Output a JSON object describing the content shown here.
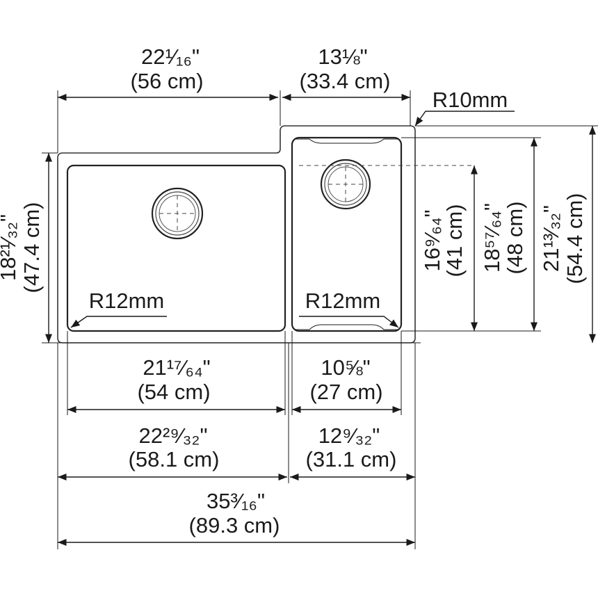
{
  "drawing": {
    "top_left_width": {
      "inch": "22¹⁄₁₆\"",
      "metric": "(56 cm)"
    },
    "top_right_width": {
      "inch": "13⅛\"",
      "metric": "(33.4 cm)"
    },
    "corner_radius_deck": "R10mm",
    "left_height": {
      "inch": "18²¹⁄₃₂\"",
      "metric": "(47.4 cm)"
    },
    "small_bowl_depth": {
      "inch": "16⁹⁄₆₄\"",
      "metric": "(41 cm)"
    },
    "small_bowl_length": {
      "inch": "18⁵⁷⁄₆₄\"",
      "metric": "(48 cm)"
    },
    "overall_height": {
      "inch": "21¹³⁄₃₂\"",
      "metric": "(54.4 cm)"
    },
    "large_bowl_radius": "R12mm",
    "small_bowl_radius": "R12mm",
    "large_bowl_width": {
      "inch": "21¹⁷⁄₆₄\"",
      "metric": "(54 cm)"
    },
    "small_bowl_width": {
      "inch": "10⅝\"",
      "metric": "(27 cm)"
    },
    "large_section_width": {
      "inch": "22²⁹⁄₃₂\"",
      "metric": "(58.1 cm)"
    },
    "small_section_width": {
      "inch": "12⁹⁄₃₂\"",
      "metric": "(31.1 cm)"
    },
    "overall_width": {
      "inch": "35³⁄₁₆\"",
      "metric": "(89.3 cm)"
    }
  }
}
